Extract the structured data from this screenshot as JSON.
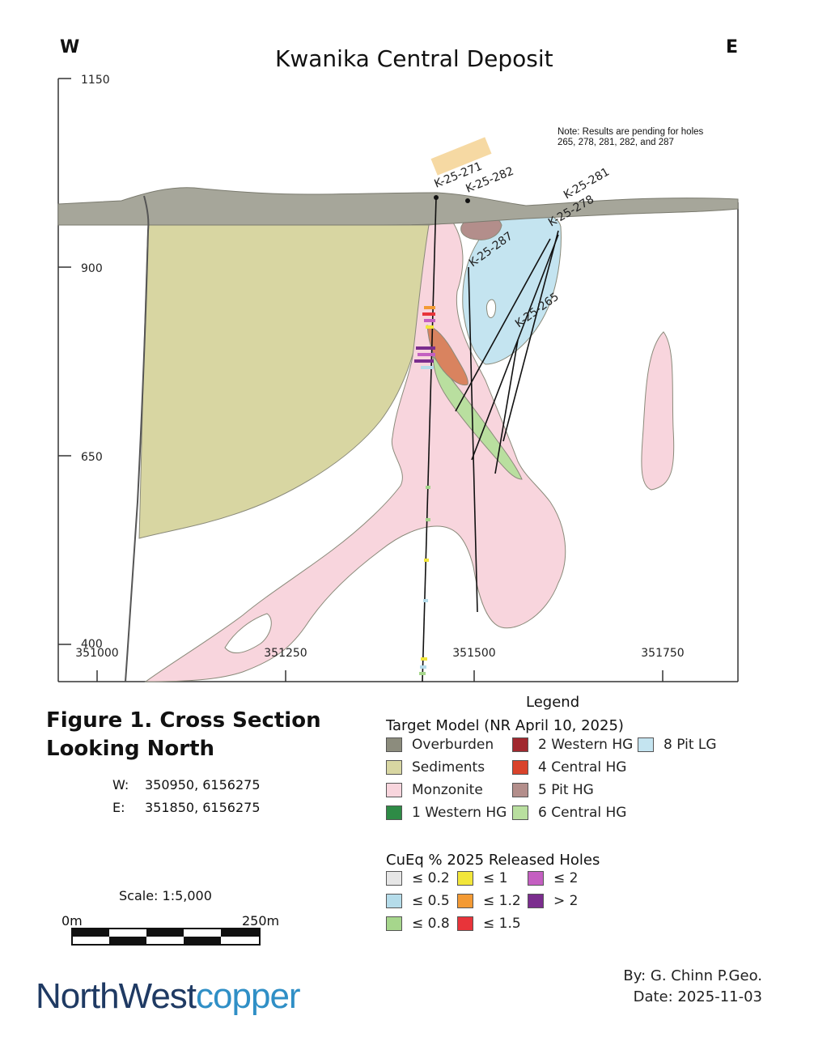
{
  "header": {
    "west": "W",
    "east": "E",
    "title": "Kwanika Central Deposit"
  },
  "note": {
    "line1": "Note: Results are pending for holes",
    "line2": "265, 278, 281, 282, and 287"
  },
  "elevation_ticks": [
    "1150",
    "900",
    "650",
    "400"
  ],
  "easting_ticks": [
    "351000",
    "351250",
    "351500",
    "351750"
  ],
  "drill_holes": [
    "K-25-271",
    "K-25-282",
    "K-25-281",
    "K-25-278",
    "K-25-287",
    "K-25-265"
  ],
  "figure": {
    "line1": "Figure 1. Cross Section",
    "line2": "Looking North",
    "w_label": "W:",
    "w_value": "350950, 6156275",
    "e_label": "E:",
    "e_value": "351850, 6156275"
  },
  "legend": {
    "title": "Legend",
    "model_title": "Target Model (NR April 10, 2025)",
    "model_items": [
      {
        "label": "Overburden",
        "color": "#8c8c7d"
      },
      {
        "label": "Sediments",
        "color": "#d8d6a2"
      },
      {
        "label": "Monzonite",
        "color": "#f8d5dd"
      },
      {
        "label": "1 Western HG",
        "color": "#2e8b46"
      },
      {
        "label": "2 Western HG",
        "color": "#a1282e"
      },
      {
        "label": "4 Central HG",
        "color": "#d9432b"
      },
      {
        "label": "5 Pit HG",
        "color": "#b38e8b"
      },
      {
        "label": "6 Central HG",
        "color": "#b9df9f"
      },
      {
        "label": "8 Pit LG",
        "color": "#c4e4f0"
      }
    ],
    "cueq_title": "CuEq % 2025 Released Holes",
    "cueq_items": [
      {
        "label": "≤ 0.2",
        "color": "#e6e6e6"
      },
      {
        "label": "≤ 0.5",
        "color": "#b5dcea"
      },
      {
        "label": "≤ 0.8",
        "color": "#a6d68c"
      },
      {
        "label": "≤ 1",
        "color": "#f2e63a"
      },
      {
        "label": "≤ 1.2",
        "color": "#f39a34"
      },
      {
        "label": "≤ 1.5",
        "color": "#e8343a"
      },
      {
        "label": "≤ 2",
        "color": "#c45fc1"
      },
      {
        "label": "> 2",
        "color": "#7b2d8e"
      }
    ]
  },
  "scale": {
    "label": "Scale: 1:5,000",
    "left": "0m",
    "right": "250m"
  },
  "credits": {
    "by": "By: G. Chinn P.Geo.",
    "date": "Date: 2025-11-03"
  },
  "logo": {
    "part1": "NorthWest",
    "part2": "copper"
  }
}
